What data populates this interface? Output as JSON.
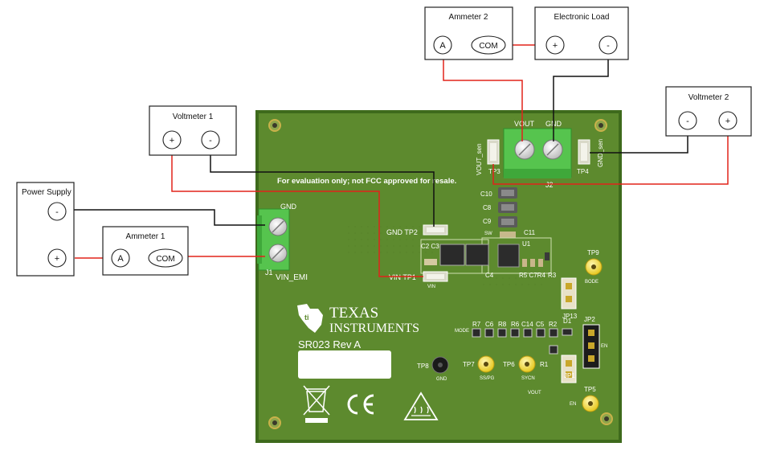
{
  "instruments": {
    "power_supply": {
      "title": "Power Supply",
      "neg": "-",
      "pos": "+"
    },
    "ammeter1": {
      "title": "Ammeter 1",
      "a": "A",
      "com": "COM"
    },
    "voltmeter1": {
      "title": "Voltmeter 1",
      "pos": "+",
      "neg": "-"
    },
    "ammeter2": {
      "title": "Ammeter 2",
      "a": "A",
      "com": "COM"
    },
    "electronic_load": {
      "title": "Electronic Load",
      "pos": "+",
      "neg": "-"
    },
    "voltmeter2": {
      "title": "Voltmeter 2",
      "neg": "-",
      "pos": "+"
    }
  },
  "board": {
    "fcc_note": "For evaluation only; not FCC approved for resale.",
    "brand_line1": "TEXAS",
    "brand_line2": "INSTRUMENTS",
    "rev": "SR023 Rev A",
    "connectors": {
      "j1_top": "GND",
      "j1_bottom": "VIN_EMI",
      "j1_ref": "J1",
      "j2_left": "VOUT",
      "j2_right": "GND",
      "j2_ref": "J2"
    },
    "test_points": {
      "tp2": "GND TP2",
      "tp1": "VIN TP1",
      "tp1_sub": "VIN",
      "tp3": "TP3",
      "tp3_side": "VOUT_sen",
      "tp4": "TP4",
      "tp4_side": "GND_sen",
      "tp9": "TP9",
      "tp9_sub": "BODE",
      "tp8": "TP8",
      "tp8_sub": "GND",
      "tp7": "TP7",
      "tp7_sub": "SS/PG",
      "tp6": "TP6",
      "tp6_sub": "SYCN",
      "tp5": "TP5",
      "tp5_sub": "EN"
    },
    "components": {
      "c10": "C10",
      "c8": "C8",
      "c9": "C9",
      "c11": "C11",
      "sw": "SW",
      "u1": "U1",
      "c2c3": "C2 C3",
      "c4": "C4",
      "r5c7r4": "R5 C7R4",
      "r3": "R3",
      "r7": "R7",
      "c6": "C6",
      "r8": "R8",
      "r6": "R6",
      "c14": "C14",
      "c5": "C5",
      "r2": "R2",
      "d1": "D1",
      "mode": "MODE",
      "r1": "R1",
      "vout_small": "VOUT",
      "jp13": "JP13",
      "jp2": "JP2",
      "jp2_en": "EN",
      "jp1": "JP1"
    }
  },
  "colors": {
    "pcb": "#5d8a2e",
    "pcb_edge": "#3e6a1c",
    "connector": "#56c44e",
    "wire_positive": "#e2231a",
    "wire_negative": "#111111",
    "testpoint_yellow": "#f4e04a"
  },
  "icons": [
    "weee-bin-icon",
    "ce-mark-icon",
    "hot-surface-warning-icon"
  ]
}
